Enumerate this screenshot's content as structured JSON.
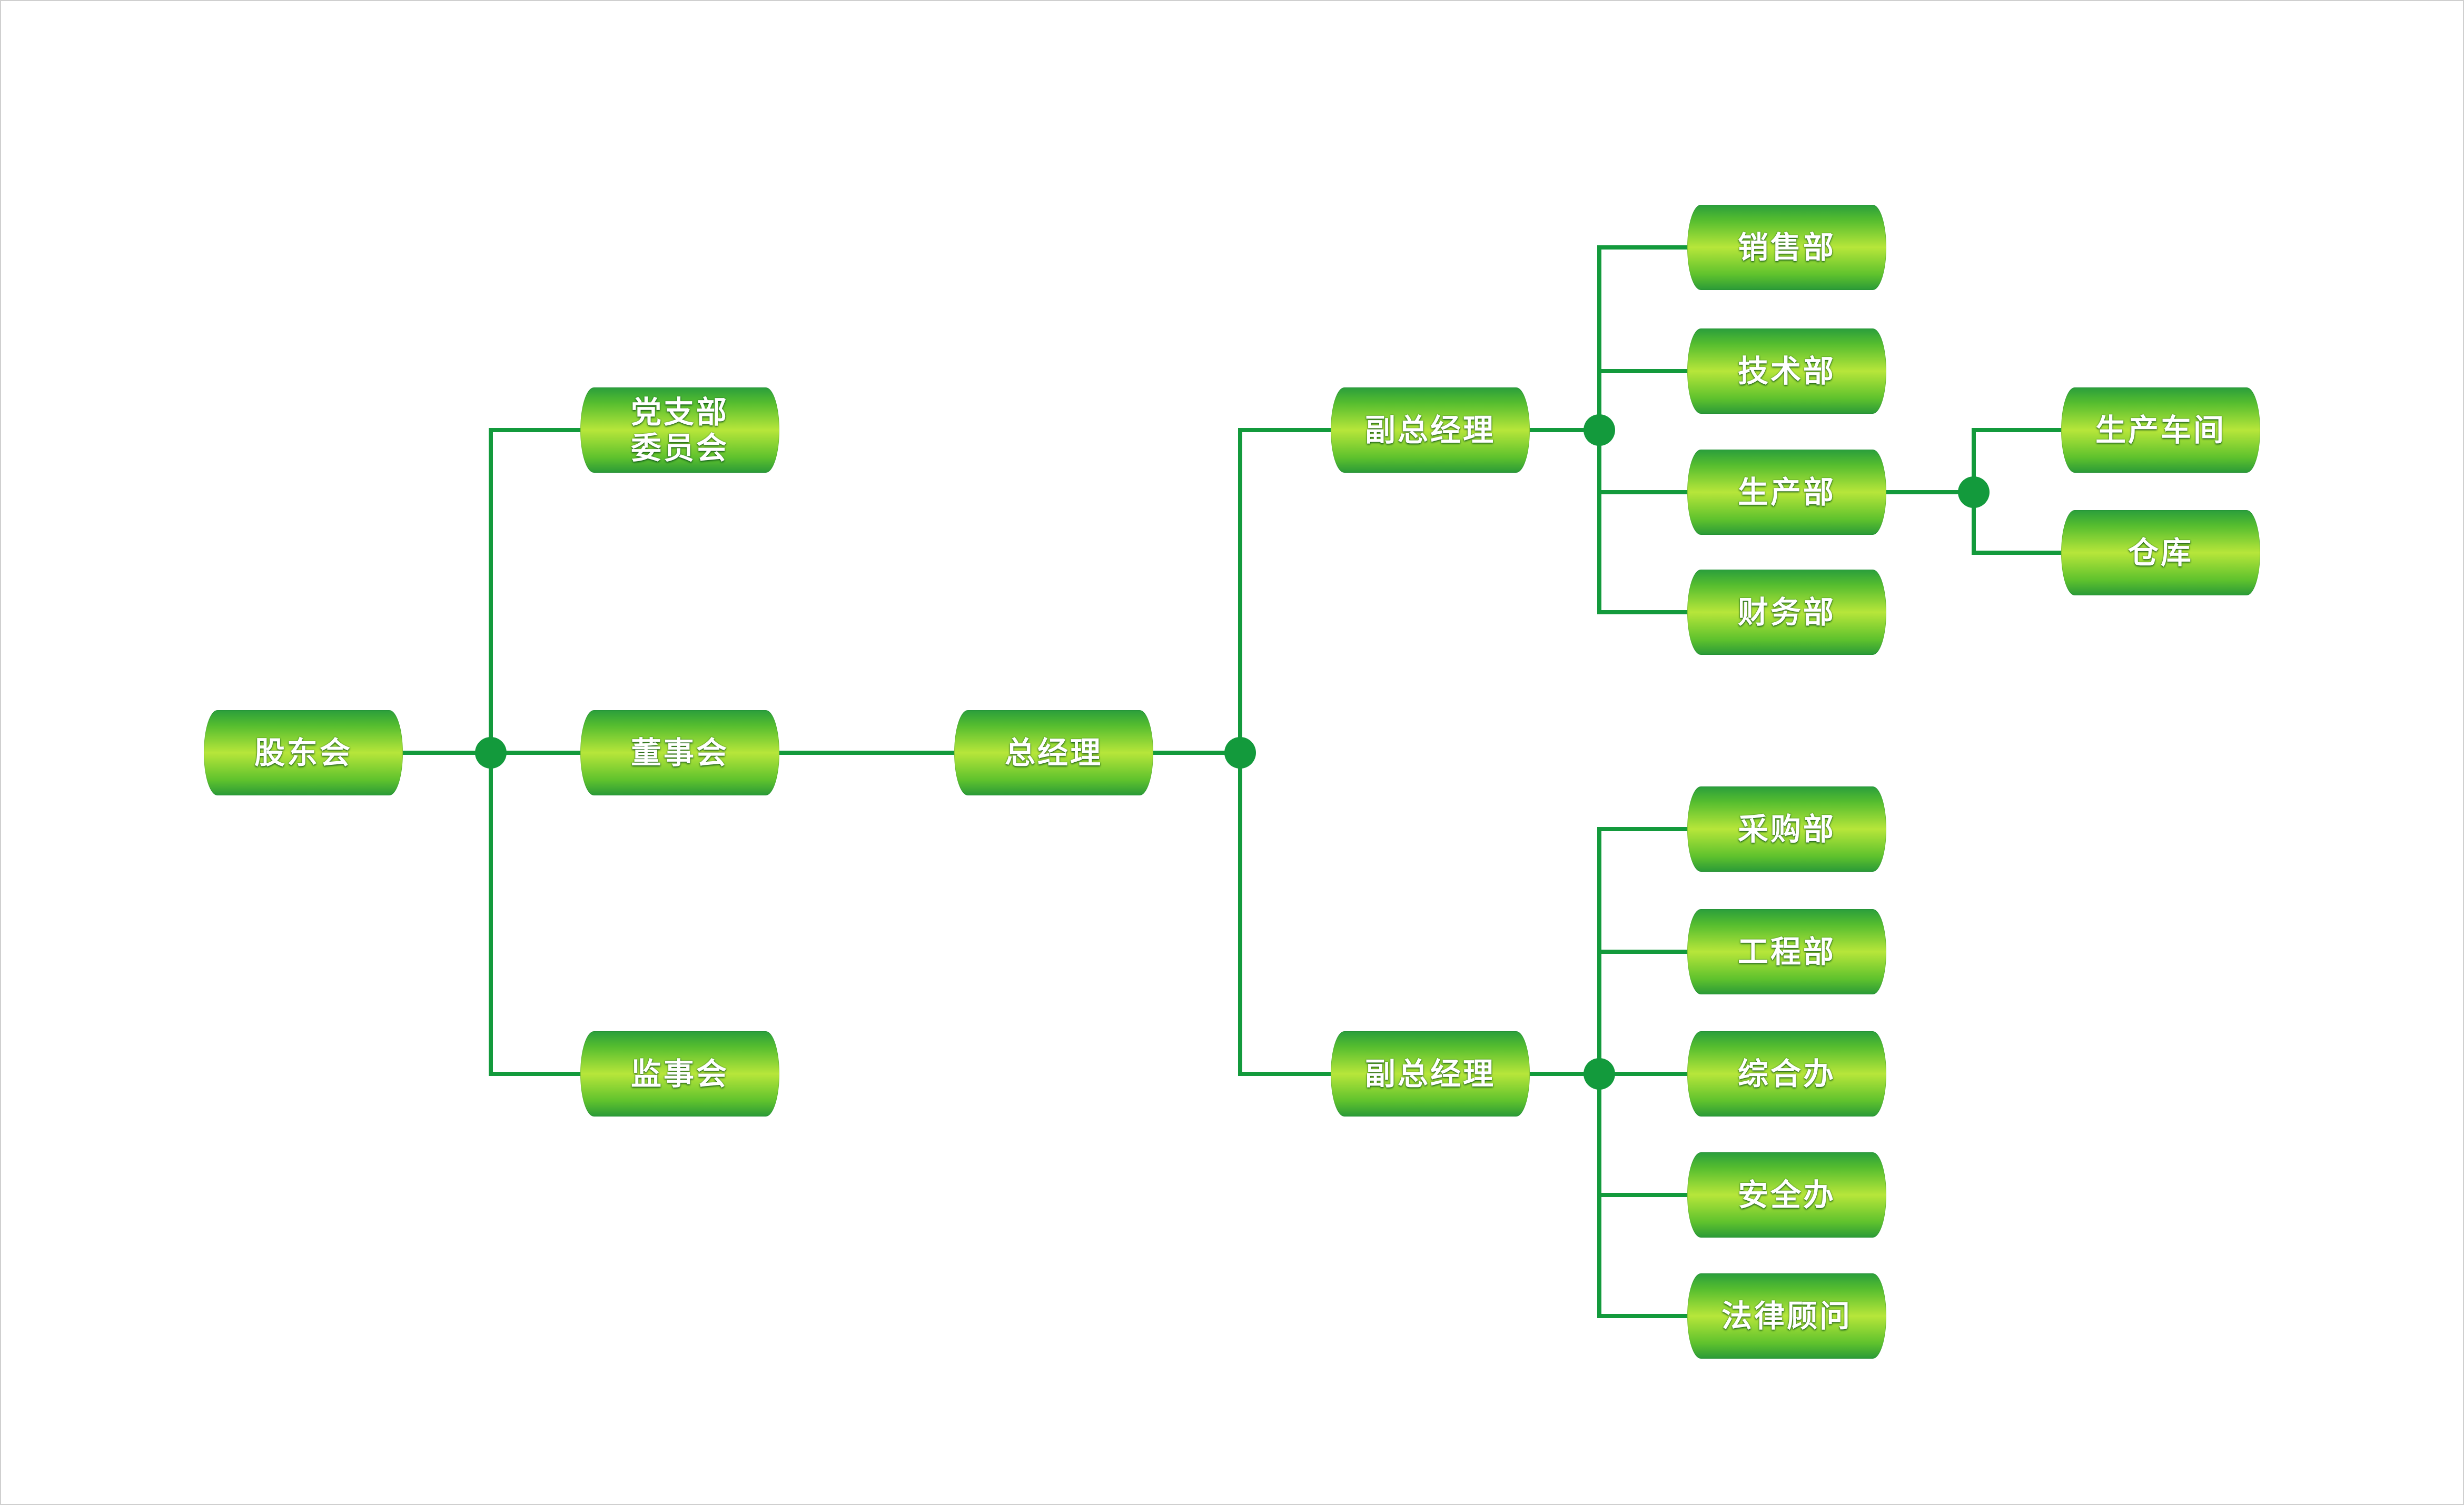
{
  "colors": {
    "line": "#139a3c",
    "node_dark": "#2a9e3c",
    "node_light": "#b7e63a",
    "text": "#ffffff"
  },
  "nodes": {
    "shareholders": "股东会",
    "party_committee_line1": "党支部",
    "party_committee_line2": "委员会",
    "board": "董事会",
    "supervisory": "监事会",
    "general_manager": "总经理",
    "deputy_gm_1": "副总经理",
    "deputy_gm_2": "副总经理",
    "sales": "销售部",
    "technology": "技术部",
    "production": "生产部",
    "finance": "财务部",
    "workshop": "生产车间",
    "warehouse": "仓库",
    "purchasing": "采购部",
    "engineering": "工程部",
    "general_office": "综合办",
    "safety_office": "安全办",
    "legal_advisor": "法律顾问"
  }
}
